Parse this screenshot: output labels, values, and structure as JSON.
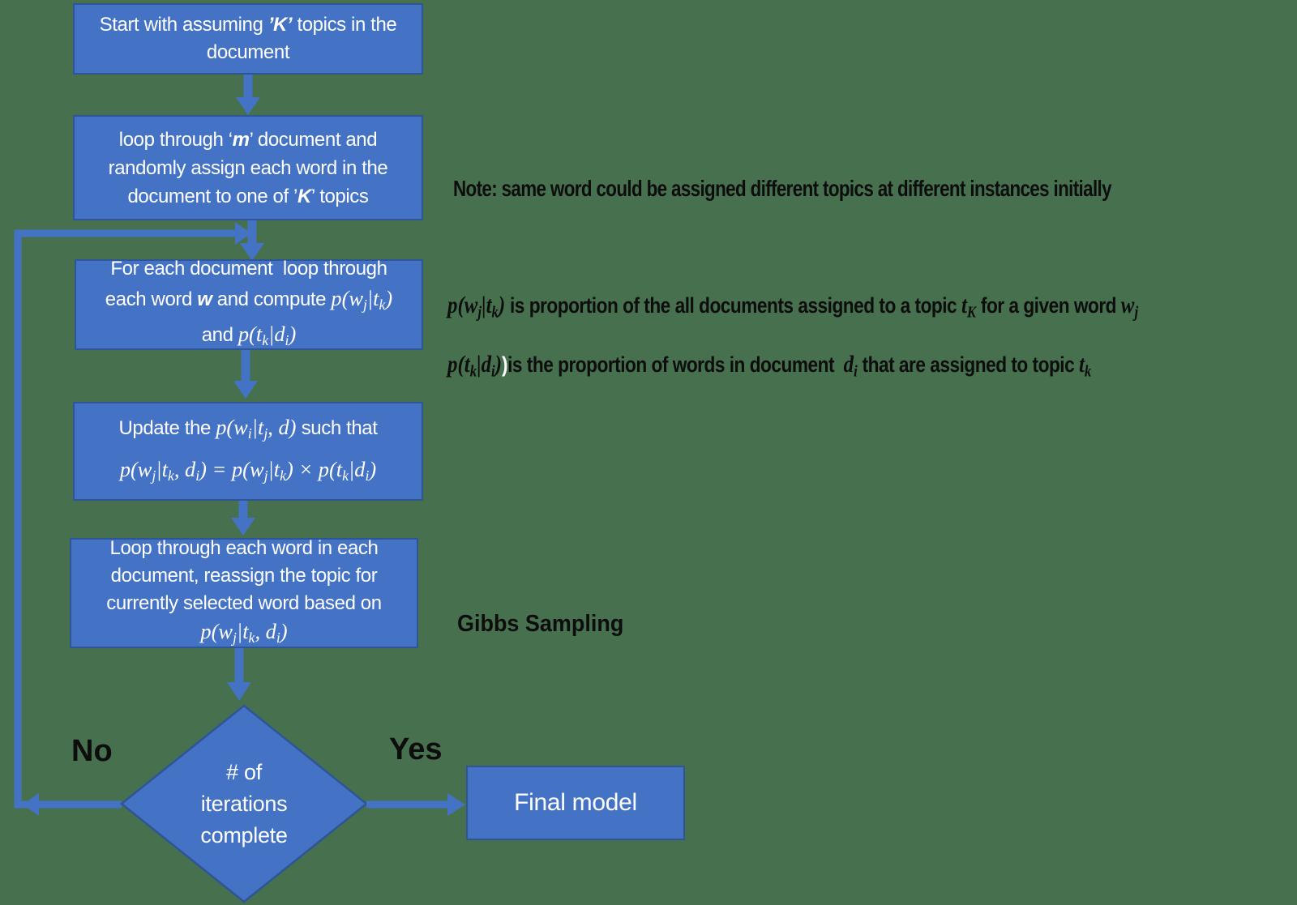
{
  "colors": {
    "background": "#47714E",
    "node_fill": "#4472C4",
    "node_border": "#2E5597",
    "connector": "#4472C4",
    "node_text": "#FFFFFF",
    "annotation_text": "#0D0D0D"
  },
  "boxes": {
    "start": {
      "lines": [
        [
          {
            "t": "Start with assuming "
          },
          {
            "t": "’K’",
            "s": "bi"
          },
          {
            "t": " topics in the"
          }
        ],
        [
          {
            "t": "document"
          }
        ]
      ]
    },
    "assign": {
      "lines": [
        [
          {
            "t": "loop through ‘"
          },
          {
            "t": "m",
            "s": "bi"
          },
          {
            "t": "’ document and"
          }
        ],
        [
          {
            "t": "randomly assign each word in the"
          }
        ],
        [
          {
            "t": "document to one of ’"
          },
          {
            "t": "K",
            "s": "bi"
          },
          {
            "t": "’ topics"
          }
        ]
      ]
    },
    "compute": {
      "lines": [
        [
          {
            "t": "For each document  loop through"
          }
        ],
        [
          {
            "t": "each word "
          },
          {
            "t": "w",
            "s": "bi"
          },
          {
            "t": " and compute "
          },
          {
            "t": "p(w",
            "s": "m"
          },
          {
            "t": "j",
            "s": "ms"
          },
          {
            "t": "|t",
            "s": "m"
          },
          {
            "t": "k",
            "s": "ms"
          },
          {
            "t": ")",
            "s": "m"
          }
        ],
        [
          {
            "t": "and "
          },
          {
            "t": "p(t",
            "s": "m"
          },
          {
            "t": "k",
            "s": "ms"
          },
          {
            "t": "|d",
            "s": "m"
          },
          {
            "t": "i",
            "s": "ms"
          },
          {
            "t": ")",
            "s": "m"
          }
        ]
      ]
    },
    "update": {
      "lines": [
        [
          {
            "t": "Update the "
          },
          {
            "t": "p(w",
            "s": "m"
          },
          {
            "t": "i",
            "s": "ms"
          },
          {
            "t": "|t",
            "s": "m"
          },
          {
            "t": "j",
            "s": "ms"
          },
          {
            "t": ", d)",
            "s": "m"
          },
          {
            "t": " such that"
          }
        ],
        [
          {
            "t": "p(w",
            "s": "m"
          },
          {
            "t": "j",
            "s": "ms"
          },
          {
            "t": "|t",
            "s": "m"
          },
          {
            "t": "k",
            "s": "ms"
          },
          {
            "t": ", d",
            "s": "m"
          },
          {
            "t": "i",
            "s": "ms"
          },
          {
            "t": ") = p(w",
            "s": "m"
          },
          {
            "t": "j",
            "s": "ms"
          },
          {
            "t": "|t",
            "s": "m"
          },
          {
            "t": "k",
            "s": "ms"
          },
          {
            "t": ") × p(t",
            "s": "m"
          },
          {
            "t": "k",
            "s": "ms"
          },
          {
            "t": "|d",
            "s": "m"
          },
          {
            "t": "i",
            "s": "ms"
          },
          {
            "t": ")",
            "s": "m"
          }
        ]
      ]
    },
    "reassign": {
      "lines": [
        [
          {
            "t": "Loop through each word in each"
          }
        ],
        [
          {
            "t": "document, reassign the topic for"
          }
        ],
        [
          {
            "t": "currently selected word based on"
          }
        ],
        [
          {
            "t": "p(w",
            "s": "m"
          },
          {
            "t": "j",
            "s": "ms"
          },
          {
            "t": "|t",
            "s": "m"
          },
          {
            "t": "k",
            "s": "ms"
          },
          {
            "t": ", d",
            "s": "m"
          },
          {
            "t": "i",
            "s": "ms"
          },
          {
            "t": ")",
            "s": "m"
          }
        ]
      ]
    }
  },
  "decision": {
    "lines": [
      [
        {
          "t": "# of"
        }
      ],
      [
        {
          "t": "iterations"
        }
      ],
      [
        {
          "t": "complete"
        }
      ]
    ]
  },
  "final": {
    "label": "Final model"
  },
  "annotations": {
    "note_initial": [
      {
        "t": "Note: same word could be assigned different topics at different instances initially"
      }
    ],
    "note_pwt": [
      {
        "t": "p(w",
        "s": "m"
      },
      {
        "t": "j",
        "s": "ms"
      },
      {
        "t": "|t",
        "s": "m"
      },
      {
        "t": "k",
        "s": "ms"
      },
      {
        "t": ")",
        "s": "m"
      },
      {
        "t": " is proportion of the all documents assigned to a topic "
      },
      {
        "t": "t",
        "s": "m"
      },
      {
        "t": "K",
        "s": "ms"
      },
      {
        "t": " for a given word "
      },
      {
        "t": "w",
        "s": "m"
      },
      {
        "t": "j",
        "s": "ms"
      }
    ],
    "note_ptd": [
      {
        "t": "p(t",
        "s": "m"
      },
      {
        "t": "k",
        "s": "ms"
      },
      {
        "t": "|d",
        "s": "m"
      },
      {
        "t": "i",
        "s": "ms"
      },
      {
        "t": ")",
        "s": "m"
      },
      {
        "t": ")",
        "s": "w"
      },
      {
        "t": "is the proportion of words in document  "
      },
      {
        "t": "d",
        "s": "m"
      },
      {
        "t": "i",
        "s": "ms"
      },
      {
        "t": " that are assigned to topic "
      },
      {
        "t": "t",
        "s": "m"
      },
      {
        "t": "k",
        "s": "ms"
      }
    ],
    "gibbs": [
      {
        "t": "Gibbs Sampling"
      }
    ]
  },
  "edges": {
    "no": "No",
    "yes": "Yes"
  }
}
